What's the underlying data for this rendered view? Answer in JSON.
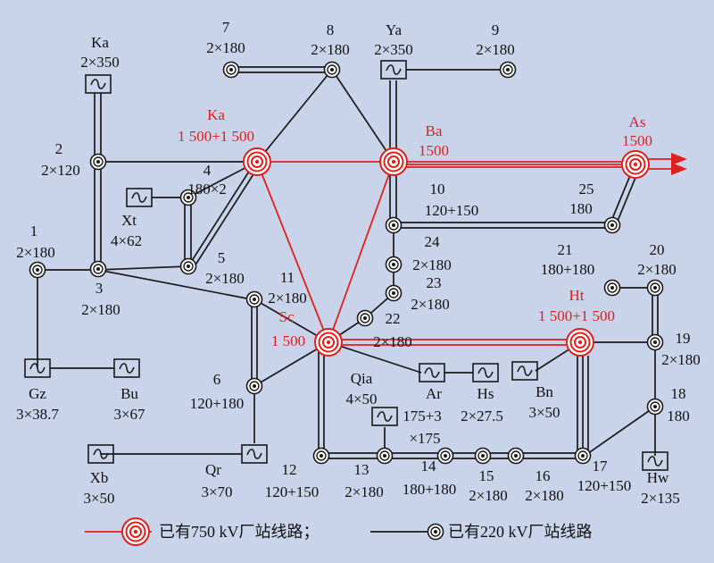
{
  "colors": {
    "background": "#c9d3ea",
    "line_750": "#e0201c",
    "line_220": "#1a1a1a"
  },
  "nodes_750": [
    {
      "id": "Ka",
      "name": "Ka",
      "value": "1 500+1 500"
    },
    {
      "id": "Ba",
      "name": "Ba",
      "value": "1500"
    },
    {
      "id": "As",
      "name": "As",
      "value": "1500"
    },
    {
      "id": "Sc",
      "name": "Sc",
      "value": "1 500"
    },
    {
      "id": "Ht",
      "name": "Ht",
      "value": "1 500+1 500"
    }
  ],
  "nodes_220": [
    {
      "id": "n1",
      "label": "1",
      "value": "2×180"
    },
    {
      "id": "n2",
      "label": "2",
      "value": "2×120"
    },
    {
      "id": "n3",
      "label": "3",
      "value": "2×180"
    },
    {
      "id": "n4",
      "label": "4",
      "value": "180×2"
    },
    {
      "id": "n5",
      "label": "5",
      "value": "2×180"
    },
    {
      "id": "n6",
      "label": "6",
      "value": "120+180"
    },
    {
      "id": "n7",
      "label": "7",
      "value": "2×180"
    },
    {
      "id": "n8",
      "label": "8",
      "value": "2×180"
    },
    {
      "id": "n9",
      "label": "9",
      "value": "2×180"
    },
    {
      "id": "n10",
      "label": "10",
      "value": "120+150"
    },
    {
      "id": "n11",
      "label": "11",
      "value": "2×180"
    },
    {
      "id": "n12",
      "label": "12",
      "value": "120+150"
    },
    {
      "id": "n13",
      "label": "13",
      "value": "2×180"
    },
    {
      "id": "n14",
      "label": "14",
      "value": "180+180"
    },
    {
      "id": "n15",
      "label": "15",
      "value": "2×180"
    },
    {
      "id": "n16",
      "label": "16",
      "value": "2×180"
    },
    {
      "id": "n17",
      "label": "17",
      "value": "120+150"
    },
    {
      "id": "n18",
      "label": "18",
      "value": "180"
    },
    {
      "id": "n19",
      "label": "19",
      "value": "2×180"
    },
    {
      "id": "n20",
      "label": "20",
      "value": "2×180"
    },
    {
      "id": "n21",
      "label": "21",
      "value": "180+180"
    },
    {
      "id": "n22",
      "label": "22",
      "value": "2×180"
    },
    {
      "id": "n23",
      "label": "23",
      "value": "2×180"
    },
    {
      "id": "n24",
      "label": "24",
      "value": "2×180"
    },
    {
      "id": "n25",
      "label": "25",
      "value": "180"
    }
  ],
  "plants": [
    {
      "id": "Ka",
      "name": "Ka",
      "value": "2×350"
    },
    {
      "id": "Ya",
      "name": "Ya",
      "value": "2×350"
    },
    {
      "id": "Xt",
      "name": "Xt",
      "value": "4×62"
    },
    {
      "id": "Gz",
      "name": "Gz",
      "value": "3×38.7"
    },
    {
      "id": "Bu",
      "name": "Bu",
      "value": "3×67"
    },
    {
      "id": "Xb",
      "name": "Xb",
      "value": "3×50"
    },
    {
      "id": "Qr",
      "name": "Qr",
      "value": "3×70"
    },
    {
      "id": "Qia",
      "name": "Qia",
      "value": "4×50"
    },
    {
      "id": "Ar",
      "name": "Ar",
      "value": "175+3"
    },
    {
      "id": "Ar2",
      "name": "",
      "value": "×175"
    },
    {
      "id": "Hs",
      "name": "Hs",
      "value": "2×27.5"
    },
    {
      "id": "Bn",
      "name": "Bn",
      "value": "3×50"
    },
    {
      "id": "Hw",
      "name": "Hw",
      "value": "2×135"
    }
  ],
  "legend": {
    "line_750": "已有750 kV厂站线路；",
    "line_220": "已有220 kV厂站线路"
  }
}
